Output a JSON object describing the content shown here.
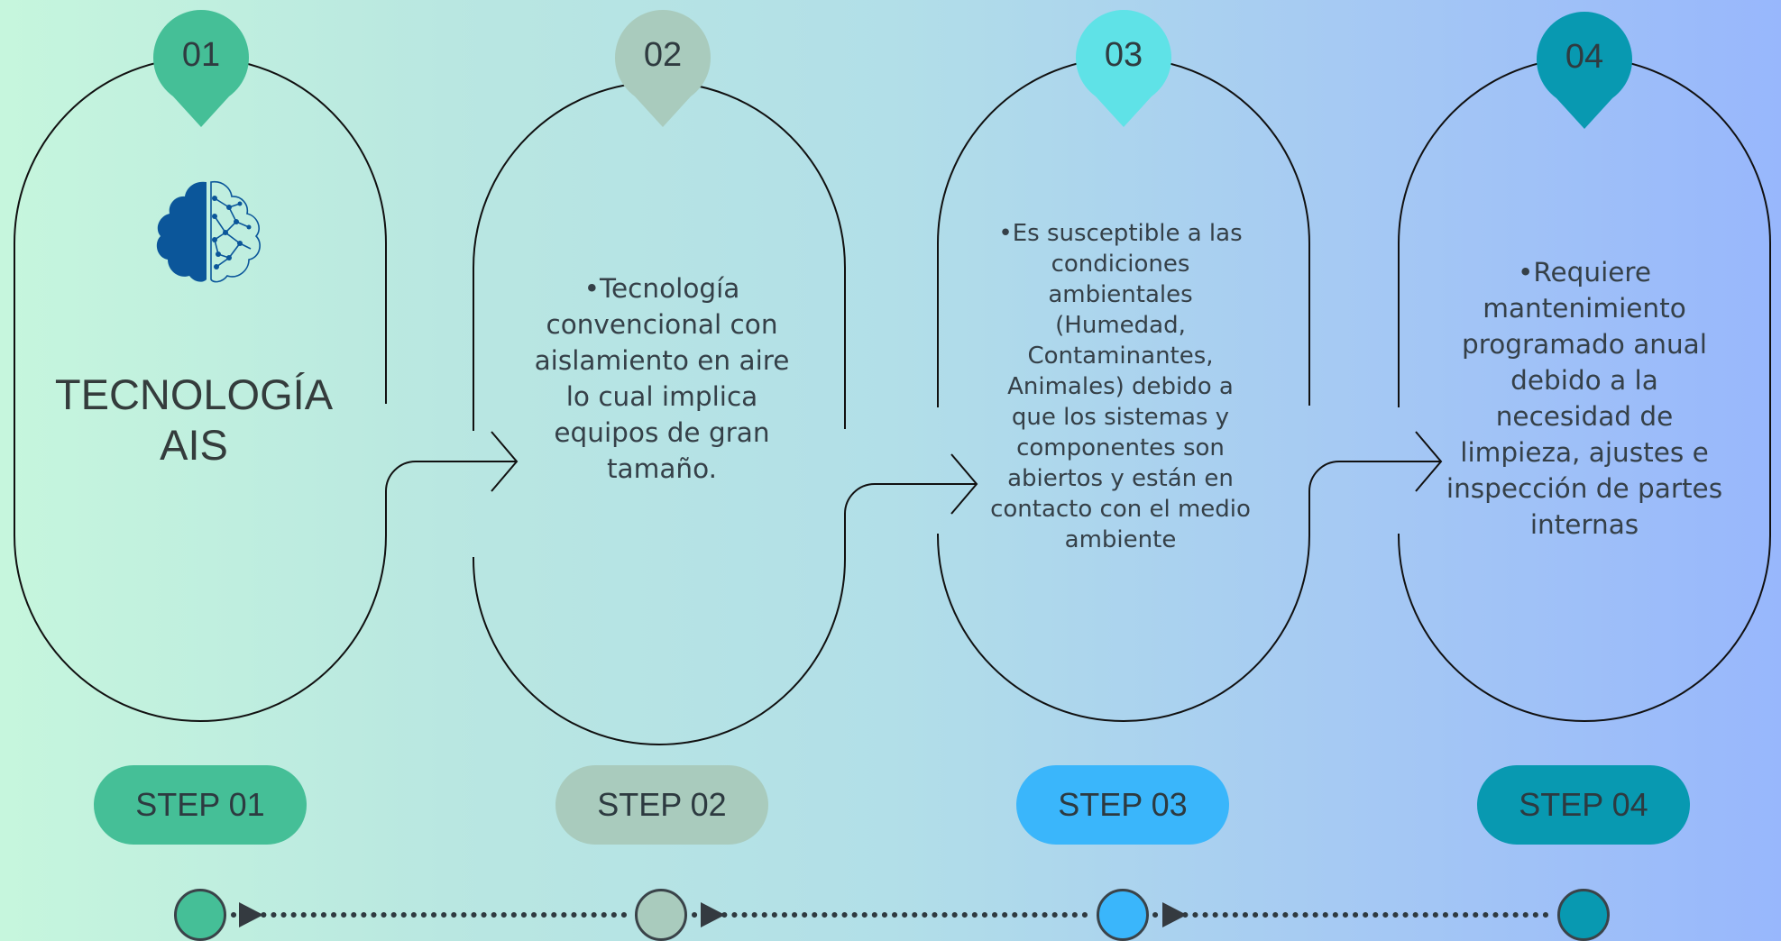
{
  "colors": {
    "step1": "#45bf97",
    "step2": "#a9cbbd",
    "step3_pin": "#5fe2e7",
    "step3_pill": "#3ab6fb",
    "step4": "#0899b1",
    "outline": "#111111",
    "brain_fill": "#0b569a"
  },
  "steps": [
    {
      "number": "01",
      "pill": "STEP 01",
      "title": "TECNOLOGÍA\nAIS",
      "icon": "brain-circuit-icon"
    },
    {
      "number": "02",
      "pill": "STEP 02",
      "text": "•Tecnología convencional con aislamiento en aire lo cual implica equipos de gran tamaño."
    },
    {
      "number": "03",
      "pill": "STEP 03",
      "text": "•Es susceptible a las condiciones ambientales (Humedad, Contaminantes, Animales) debido a que los sistemas y componentes son abiertos y están en contacto con el medio ambiente"
    },
    {
      "number": "04",
      "pill": "STEP 04",
      "text": "•Requiere mantenimiento programado anual debido a la necesidad de limpieza, ajustes e inspección de partes internas"
    }
  ]
}
